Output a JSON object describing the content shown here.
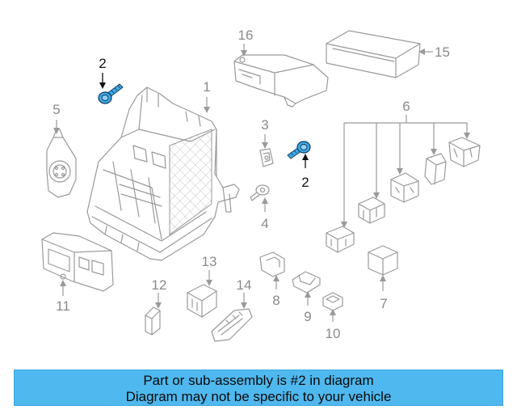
{
  "diagram": {
    "callouts": {
      "c1": "1",
      "c2a": "2",
      "c2b": "2",
      "c3": "3",
      "c4": "4",
      "c5": "5",
      "c6": "6",
      "c7": "7",
      "c8": "8",
      "c9": "9",
      "c10": "10",
      "c11": "11",
      "c12": "12",
      "c13": "13",
      "c14": "14",
      "c15": "15",
      "c16": "16"
    },
    "highlight_part": "2",
    "colors": {
      "highlight_part": "#3fa9e8",
      "parts": "#9a9a9a",
      "banner": "#4fb8ee"
    }
  },
  "banner": {
    "line1": "Part or sub-assembly is #2 in diagram",
    "line2": "Diagram may not be specific to your vehicle"
  }
}
